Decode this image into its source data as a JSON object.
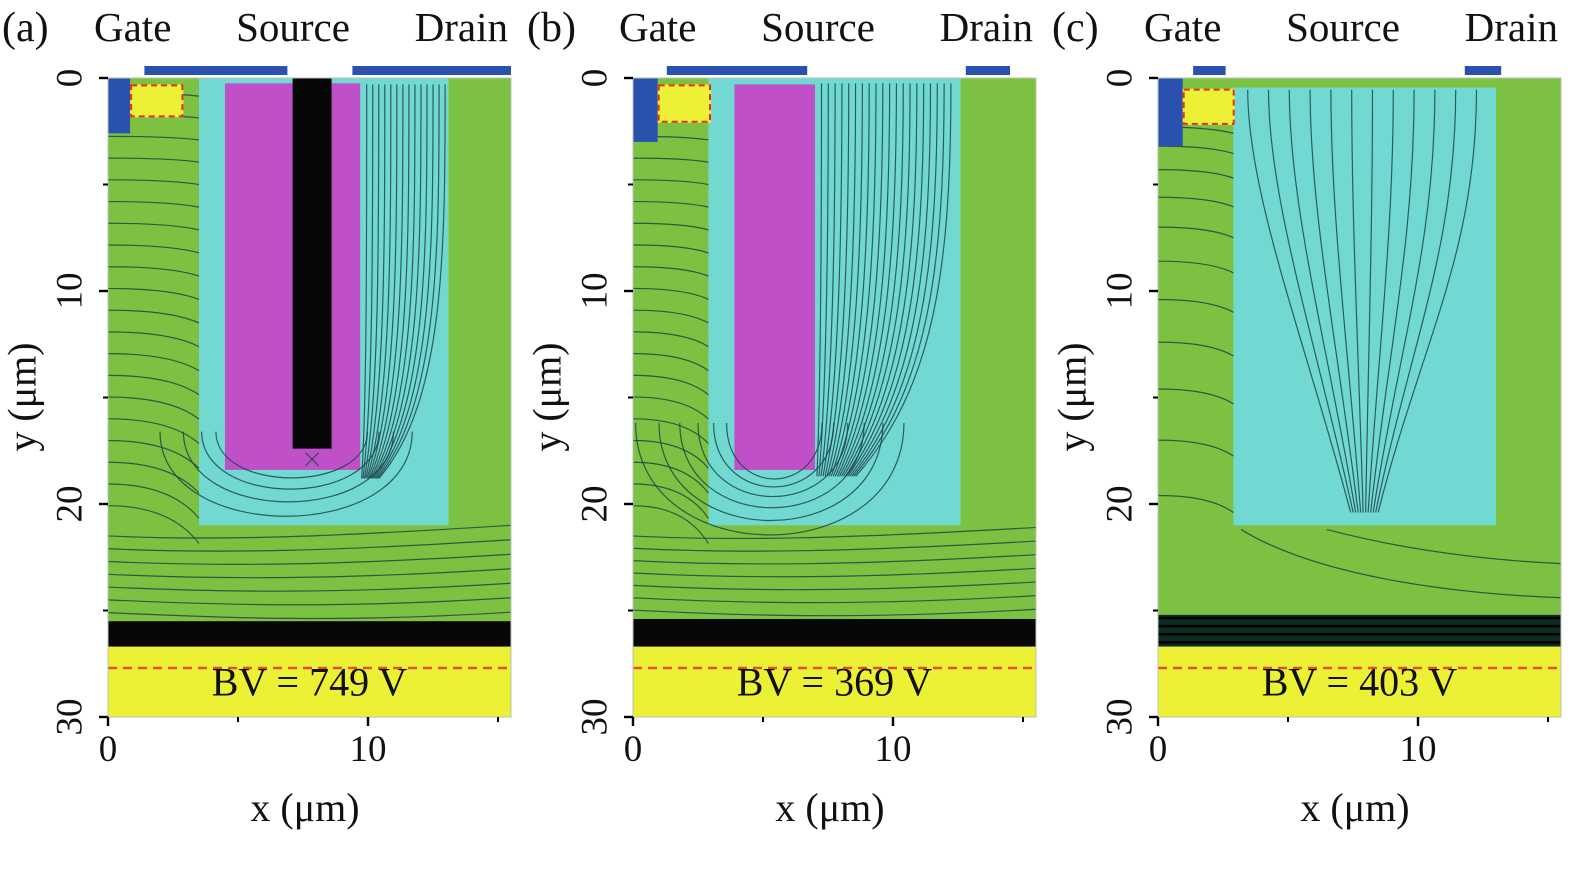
{
  "figure": {
    "axes": {
      "x_label": "x (μm)",
      "y_label": "y (μm)",
      "x_ticks": [
        "0",
        "10"
      ],
      "y_ticks": [
        "0",
        "10",
        "20",
        "30"
      ]
    },
    "panels": [
      {
        "label": "(a)",
        "electrodes": [
          "Gate",
          "Source",
          "Drain"
        ],
        "bv_label": "BV = 749 V"
      },
      {
        "label": "(b)",
        "electrodes": [
          "Gate",
          "Source",
          "Drain"
        ],
        "bv_label": "BV = 369 V"
      },
      {
        "label": "(c)",
        "electrodes": [
          "Gate",
          "Source",
          "Drain"
        ],
        "bv_label": "BV = 403 V"
      }
    ]
  },
  "colors": {
    "epi_green": "#7cc142",
    "oxide_cyan": "#72d9d2",
    "field_plate_magenta": "#c050c8",
    "poly_black": "#070707",
    "metal_blue": "#2b51ae",
    "substrate_yellow": "#ecf136",
    "marker_red": "#e34f26",
    "contour_line": "#1c4146"
  },
  "chart_data": [
    {
      "type": "heatmap",
      "title": "(a)",
      "subtitle": "Gate Source Drain",
      "xlabel": "x (μm)",
      "ylabel": "y (μm)",
      "xlim": [
        0,
        15.5
      ],
      "ylim": [
        0,
        30
      ],
      "x_ticks": [
        0,
        10
      ],
      "y_ticks": [
        0,
        10,
        20,
        30
      ],
      "annotation": "BV = 749 V",
      "breakdown_voltage_V": 749,
      "electrode_contacts": [
        {
          "name": "gate-source-metal",
          "x": [
            1.4,
            6.9
          ]
        },
        {
          "name": "drain-metal",
          "x": [
            9.4,
            15.5
          ]
        }
      ],
      "regions": [
        {
          "name": "n-drift-epi",
          "color": "#7cc142",
          "x": [
            0,
            15.5
          ],
          "y": [
            0,
            25.5
          ]
        },
        {
          "name": "trench-oxide",
          "color": "#72d9d2",
          "x": [
            3.5,
            13.1
          ],
          "y": [
            0,
            21
          ]
        },
        {
          "name": "field-plate",
          "color": "#c050c8",
          "x": [
            4.5,
            9.7
          ],
          "y": [
            0.25,
            18.4
          ]
        },
        {
          "name": "gate-poly",
          "color": "#070707",
          "x": [
            7.1,
            8.6
          ],
          "y": [
            0,
            17.4
          ]
        },
        {
          "name": "source-metal",
          "color": "#2b51ae",
          "x": [
            0,
            0.85
          ],
          "y": [
            0,
            2.6
          ],
          "layer": "top"
        },
        {
          "name": "p-body",
          "color": "#ecf136",
          "x": [
            0.85,
            2.9
          ],
          "y": [
            0.3,
            1.85
          ],
          "outline": "#e03222",
          "layer": "top"
        },
        {
          "name": "buffer-layer",
          "color": "#070707",
          "x": [
            0,
            15.5
          ],
          "y": [
            25.5,
            26.7
          ],
          "layer": "top"
        },
        {
          "name": "substrate",
          "color": "#ecf136",
          "x": [
            0,
            15.5
          ],
          "y": [
            26.7,
            30
          ],
          "layer": "top"
        },
        {
          "name": "substrate-junction-marker",
          "color": "#e34f26",
          "line": true,
          "x": [
            0,
            15.5
          ],
          "y": 27.7,
          "layer": "top"
        }
      ]
    },
    {
      "type": "heatmap",
      "title": "(b)",
      "subtitle": "Gate Source Drain",
      "xlabel": "x (μm)",
      "ylabel": "y (μm)",
      "xlim": [
        0,
        15.5
      ],
      "ylim": [
        0,
        30
      ],
      "x_ticks": [
        0,
        10
      ],
      "y_ticks": [
        0,
        10,
        20,
        30
      ],
      "annotation": "BV = 369 V",
      "breakdown_voltage_V": 369,
      "electrode_contacts": [
        {
          "name": "gate-source-metal",
          "x": [
            1.3,
            6.7
          ]
        },
        {
          "name": "drain-metal",
          "x": [
            12.8,
            14.5
          ]
        }
      ],
      "regions": [
        {
          "name": "n-drift-epi",
          "color": "#7cc142",
          "x": [
            0,
            15.5
          ],
          "y": [
            0,
            25.4
          ]
        },
        {
          "name": "trench-oxide",
          "color": "#72d9d2",
          "x": [
            2.9,
            12.6
          ],
          "y": [
            0,
            21
          ]
        },
        {
          "name": "field-plate",
          "color": "#c050c8",
          "x": [
            3.9,
            7.0
          ],
          "y": [
            0.3,
            18.4
          ]
        },
        {
          "name": "source-metal",
          "color": "#2b51ae",
          "x": [
            0,
            0.95
          ],
          "y": [
            0,
            3.0
          ],
          "layer": "top"
        },
        {
          "name": "p-body",
          "color": "#ecf136",
          "x": [
            0.95,
            3.0
          ],
          "y": [
            0.3,
            2.1
          ],
          "outline": "#e03222",
          "layer": "top"
        },
        {
          "name": "buffer-layer",
          "color": "#070707",
          "x": [
            0,
            15.5
          ],
          "y": [
            25.4,
            26.7
          ],
          "layer": "top"
        },
        {
          "name": "substrate",
          "color": "#ecf136",
          "x": [
            0,
            15.5
          ],
          "y": [
            26.7,
            30
          ],
          "layer": "top"
        },
        {
          "name": "substrate-junction-marker",
          "color": "#e34f26",
          "line": true,
          "x": [
            0,
            15.5
          ],
          "y": 27.7,
          "layer": "top"
        }
      ]
    },
    {
      "type": "heatmap",
      "title": "(c)",
      "subtitle": "Gate Source Drain",
      "xlabel": "x (μm)",
      "ylabel": "y (μm)",
      "xlim": [
        0,
        15.5
      ],
      "ylim": [
        0,
        30
      ],
      "x_ticks": [
        0,
        10
      ],
      "y_ticks": [
        0,
        10,
        20,
        30
      ],
      "annotation": "BV = 403 V",
      "breakdown_voltage_V": 403,
      "electrode_contacts": [
        {
          "name": "gate-source-metal",
          "x": [
            1.35,
            2.6
          ]
        },
        {
          "name": "drain-metal",
          "x": [
            11.8,
            13.2
          ]
        }
      ],
      "regions": [
        {
          "name": "n-drift-epi",
          "color": "#7cc142",
          "x": [
            0,
            15.5
          ],
          "y": [
            0,
            25.2
          ]
        },
        {
          "name": "trench-oxide",
          "color": "#72d9d2",
          "x": [
            2.9,
            13.0
          ],
          "y": [
            0.45,
            21
          ]
        },
        {
          "name": "source-metal",
          "color": "#2b51ae",
          "x": [
            0,
            0.95
          ],
          "y": [
            0,
            3.2
          ],
          "layer": "top"
        },
        {
          "name": "p-body",
          "color": "#ecf136",
          "x": [
            0.95,
            2.95
          ],
          "y": [
            0.5,
            2.2
          ],
          "outline": "#e03222",
          "layer": "top"
        },
        {
          "name": "buffer-layer",
          "color": "#0b2d22",
          "x": [
            0,
            15.5
          ],
          "y": [
            25.2,
            26.7
          ],
          "striped": true,
          "layer": "top"
        },
        {
          "name": "substrate",
          "color": "#ecf136",
          "x": [
            0,
            15.5
          ],
          "y": [
            26.7,
            30
          ],
          "layer": "top"
        },
        {
          "name": "substrate-junction-marker",
          "color": "#e34f26",
          "line": true,
          "x": [
            0,
            15.5
          ],
          "y": 27.7,
          "layer": "top"
        }
      ]
    }
  ]
}
